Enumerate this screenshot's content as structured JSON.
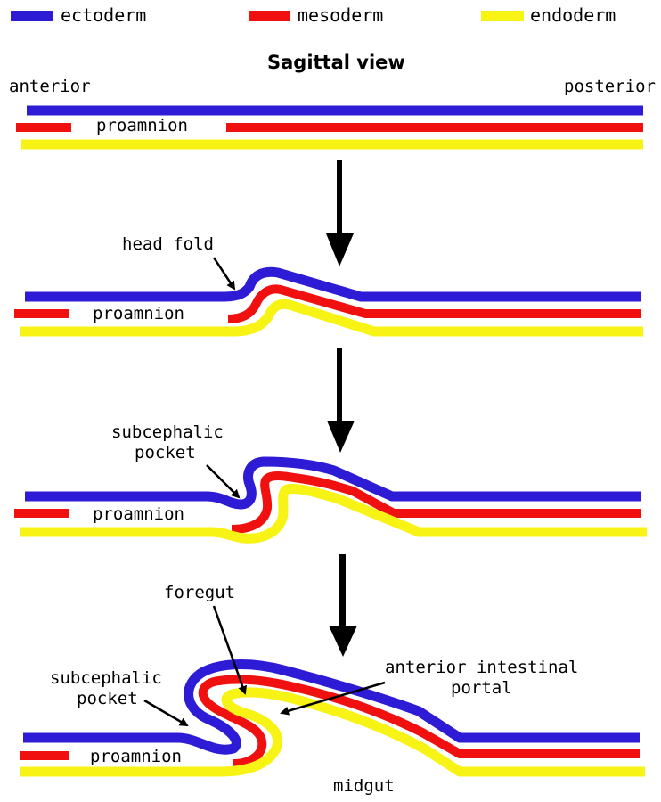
{
  "colors": {
    "ectoderm": "#2d1bd6",
    "mesoderm": "#f01010",
    "endoderm": "#f7f314",
    "arrow": "#000000"
  },
  "legend": {
    "ectoderm": "ectoderm",
    "mesoderm": "mesoderm",
    "endoderm": "endoderm"
  },
  "title": "Sagittal view",
  "orientation": {
    "anterior": "anterior",
    "posterior": "posterior"
  },
  "stage1": {
    "proamnion": "proamnion"
  },
  "stage2": {
    "proamnion": "proamnion",
    "head_fold": "head fold"
  },
  "stage3": {
    "proamnion": "proamnion",
    "subcephalic_line1": "subcephalic",
    "subcephalic_line2": "pocket"
  },
  "stage4": {
    "proamnion": "proamnion",
    "subcephalic_line1": "subcephalic",
    "subcephalic_line2": "pocket",
    "foregut": "foregut",
    "portal_line1": "anterior intestinal",
    "portal_line2": "portal",
    "midgut": "midgut"
  }
}
